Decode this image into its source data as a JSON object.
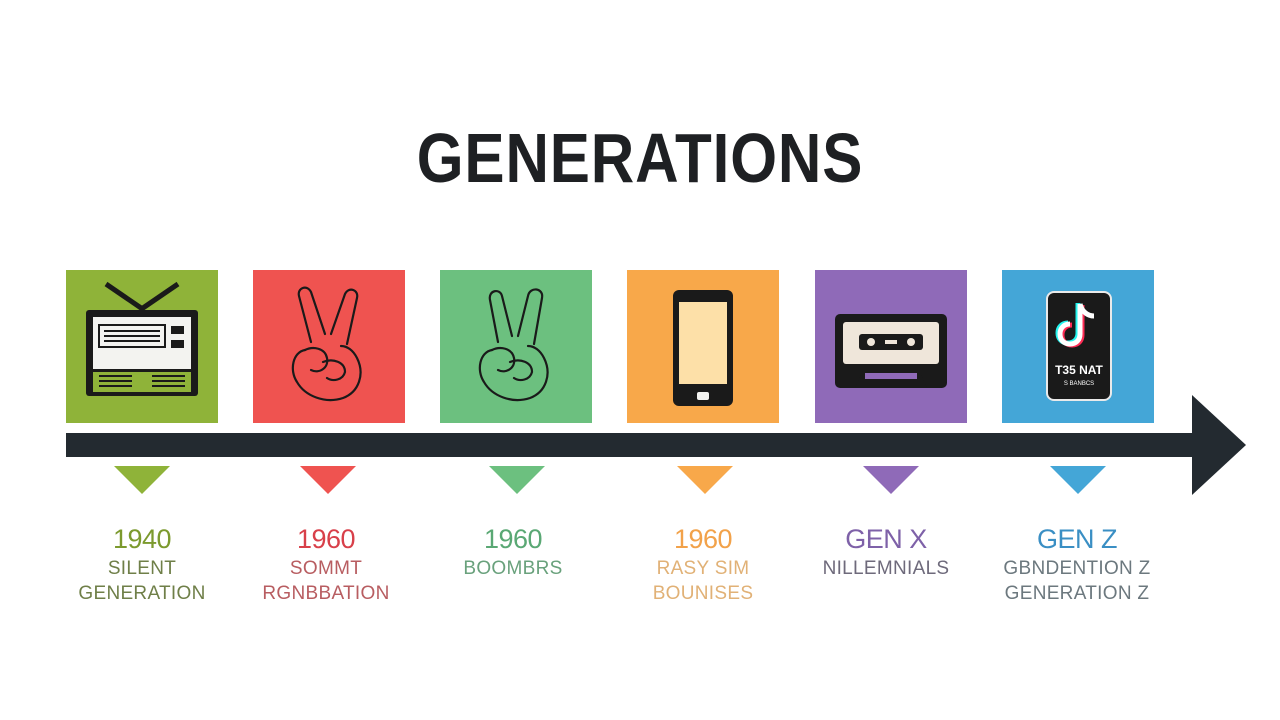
{
  "title": "GENERATIONS",
  "colors": {
    "arrow": "#232a30",
    "title": "#1e2023"
  },
  "generations": [
    {
      "year": "1940",
      "line1": "SILENT",
      "line2": "GENERATION",
      "icon": "radio-icon",
      "tile_color": "#8fb339",
      "year_color": "#7c9a2e",
      "text_color": "#6e8040"
    },
    {
      "year": "1960",
      "line1": "SOMMT",
      "line2": "RGNBBATION",
      "icon": "peace-hand-icon",
      "tile_color": "#ef5350",
      "year_color": "#d8404a",
      "text_color": "#c45a5e"
    },
    {
      "year": "1960",
      "line1": "BOOMBRS",
      "line2": "",
      "icon": "peace-hand-icon",
      "tile_color": "#6cc07f",
      "year_color": "#5aa874",
      "text_color": "#62a478"
    },
    {
      "year": "1960",
      "line1": "RASY SIM",
      "line2": "BOUNISES",
      "icon": "smartphone-icon",
      "tile_color": "#f8a84a",
      "year_color": "#f2a24a",
      "text_color": "#e8b06a"
    },
    {
      "year": "GEN X",
      "line1": "NILLEMNIALS",
      "line2": "",
      "icon": "cassette-icon",
      "tile_color": "#8f6ab8",
      "year_color": "#7e61a8",
      "text_color": "#6e6a7e"
    },
    {
      "year": "GEN Z",
      "line1": "GBNDENTION Z",
      "line2": "GENERATION Z",
      "icon": "tiktok-phone-icon",
      "tile_color": "#44a6d7",
      "year_color": "#3a8fc4",
      "text_color": "#6a7880",
      "phone_text": "T35 NAT",
      "phone_subtext": "S BANBCS"
    }
  ]
}
